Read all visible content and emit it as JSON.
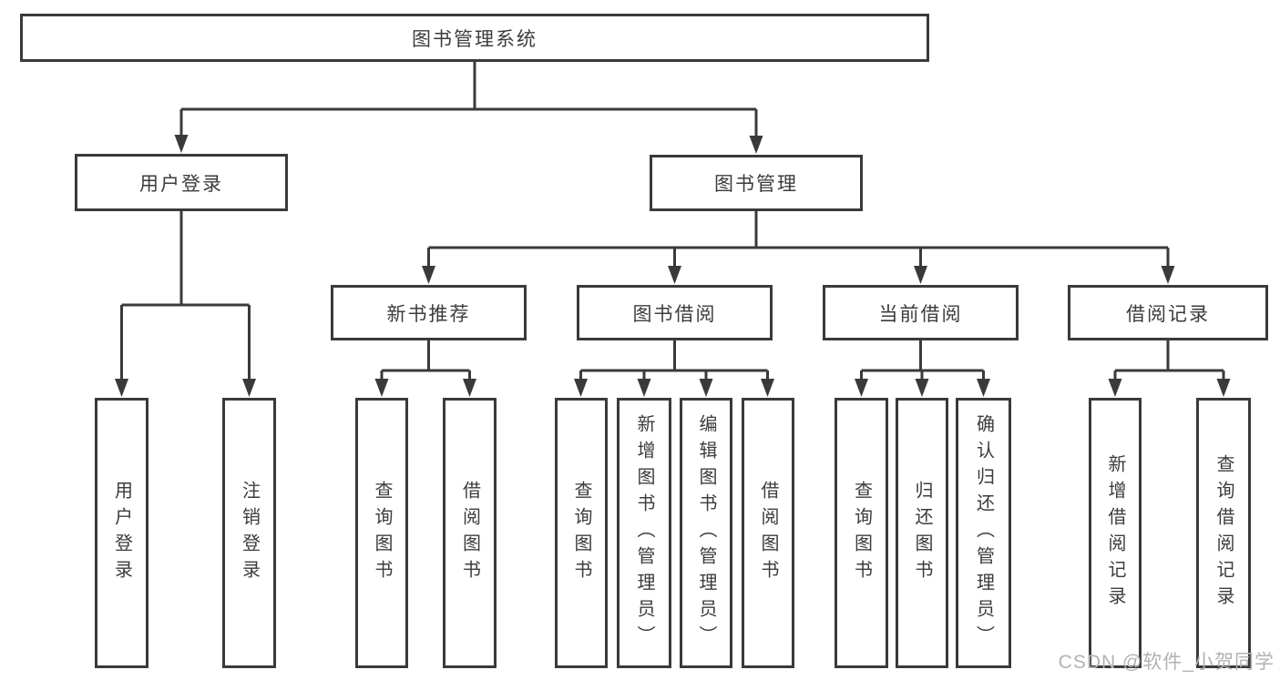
{
  "tree": {
    "root": {
      "label": "图书管理系统"
    },
    "branches": [
      {
        "label": "用户登录",
        "children": [
          {
            "label": "用户登录"
          },
          {
            "label": "注销登录"
          }
        ]
      },
      {
        "label": "图书管理",
        "children": [
          {
            "label": "新书推荐",
            "children": [
              {
                "label": "查询图书"
              },
              {
                "label": "借阅图书"
              }
            ]
          },
          {
            "label": "图书借阅",
            "children": [
              {
                "label": "查询图书"
              },
              {
                "label": "新增图书（管理员）"
              },
              {
                "label": "编辑图书（管理员）"
              },
              {
                "label": "借阅图书"
              }
            ]
          },
          {
            "label": "当前借阅",
            "children": [
              {
                "label": "查询图书"
              },
              {
                "label": "归还图书"
              },
              {
                "label": "确认归还（管理员）"
              }
            ]
          },
          {
            "label": "借阅记录",
            "children": [
              {
                "label": "新增借阅记录"
              },
              {
                "label": "查询借阅记录"
              }
            ]
          }
        ]
      }
    ]
  },
  "colors": {
    "line": "#3a3a3a",
    "text": "#3c3c3c",
    "watermark": "#b2b2b2"
  },
  "watermark": {
    "text": "CSDN @软件_小贺同学"
  }
}
